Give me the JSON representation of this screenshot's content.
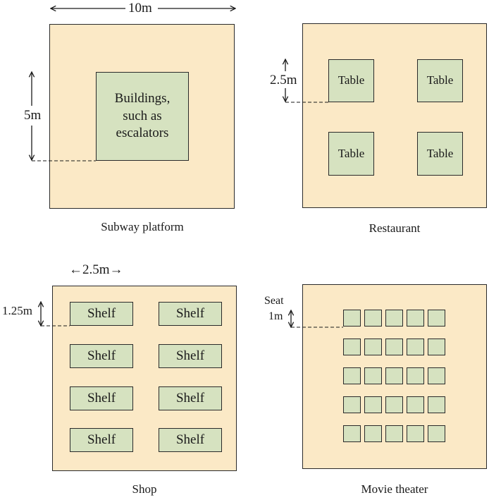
{
  "subway": {
    "caption": "Subway platform",
    "width_label": "10m",
    "height_label": "5m",
    "building_label": "Buildings, such as escalators"
  },
  "restaurant": {
    "caption": "Restaurant",
    "spacing_label": "2.5m",
    "tables": [
      "Table",
      "Table",
      "Table",
      "Table"
    ]
  },
  "shop": {
    "caption": "Shop",
    "width_label": "←2.5m→",
    "spacing_label": "1.25m",
    "shelves": [
      "Shelf",
      "Shelf",
      "Shelf",
      "Shelf",
      "Shelf",
      "Shelf",
      "Shelf",
      "Shelf"
    ]
  },
  "theater": {
    "caption": "Movie theater",
    "seat_label": "Seat",
    "spacing_label": "1m",
    "seat_rows": 5,
    "seat_cols": 5
  },
  "colors": {
    "room_fill": "#fbe9c6",
    "object_fill": "#d6e2c0",
    "outline": "#2a2a2a"
  }
}
